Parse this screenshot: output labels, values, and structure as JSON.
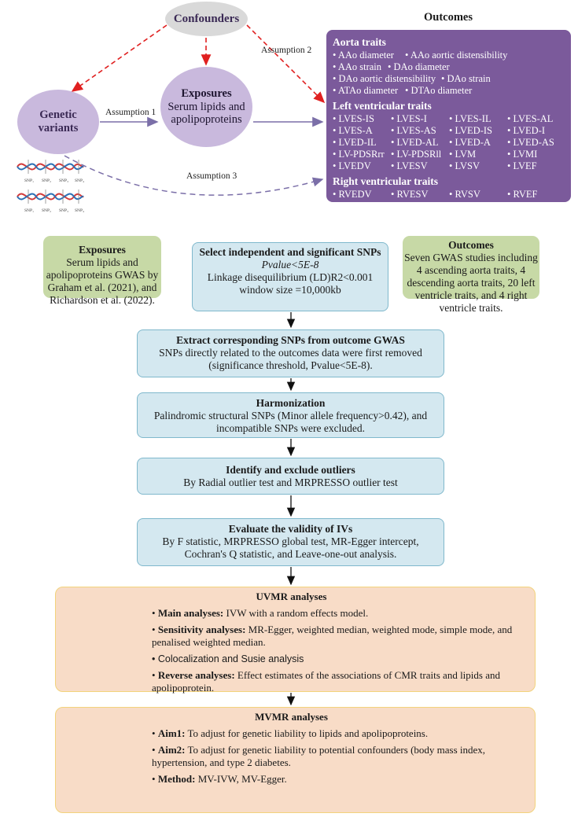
{
  "diagram": {
    "confounders": "Confounders",
    "genetic_variants": [
      "Genetic",
      "variants"
    ],
    "exposures": {
      "title": "Exposures",
      "lines": [
        "Serum lipids and",
        "apolipoproteins"
      ]
    },
    "assumption1": "Assumption 1",
    "assumption2": "Assumption 2",
    "assumption3": "Assumption 3",
    "snp_labels": [
      "SNP₁",
      "SNP₂",
      "SNP₃",
      "SNP₄"
    ],
    "outcomes_title": "Outcomes",
    "aorta": {
      "title": "Aorta traits",
      "items": [
        "AAo diameter",
        "AAo aortic distensibility",
        "AAo strain",
        "DAo diameter",
        "DAo aortic distensibility",
        "DAo strain",
        "ATAo diameter",
        "DTAo diameter"
      ]
    },
    "left_ventricular": {
      "title": "Left ventricular traits",
      "items": [
        "LVES-IS",
        "LVES-I",
        "LVES-IL",
        "LVES-AL",
        "LVES-A",
        "LVES-AS",
        "LVED-IS",
        "LVED-I",
        "LVED-IL",
        "LVED-AL",
        "LVED-A",
        "LVED-AS",
        "LV-PDSRrr",
        "LV-PDSRll",
        "LVM",
        "LVMI",
        "LVEDV",
        "LVESV",
        "LVSV",
        "LVEF"
      ]
    },
    "right_ventricular": {
      "title": "Right ventricular traits",
      "items": [
        "RVEDV",
        "RVESV",
        "RVSV",
        "RVEF"
      ]
    },
    "colors": {
      "purple_panel": "#7b5a9b",
      "ellipse": "#c9b9dd",
      "confounder": "#d9d9d9",
      "red_dashed": "#e02020",
      "arrow_purple": "#7b6fa8"
    }
  },
  "flow": {
    "exposures_box": {
      "title": "Exposures",
      "text": "Serum lipids and apolipoproteins GWAS by Graham et al. (2021), and Richardson et al. (2022)."
    },
    "outcomes_box": {
      "title": "Outcomes",
      "text": "Seven GWAS studies including 4 ascending aorta traits, 4 descending aorta traits, 20 left ventricle traits, and 4 right ventricle traits."
    },
    "step1": {
      "title": "Select independent and significant SNPs",
      "line1": "Pvalue<5E-8",
      "line2": "Linkage disequilibrium (LD)R2<0.001",
      "line3": "window size =10,000kb"
    },
    "step2": {
      "title": "Extract corresponding SNPs from outcome GWAS",
      "line1": "SNPs directly related to the outcomes data were first removed",
      "line2": "(significance threshold, Pvalue<5E-8)."
    },
    "step3": {
      "title": "Harmonization",
      "line1": "Palindromic structural SNPs (Minor allele frequency>0.42), and",
      "line2": "incompatible SNPs were excluded."
    },
    "step4": {
      "title": "Identify and exclude outliers",
      "line1": "By Radial outlier test and MRPRESSO outlier test"
    },
    "step5": {
      "title": "Evaluate the validity of IVs",
      "line1": "By F statistic, MRPRESSO global test, MR-Egger intercept,",
      "line2": "Cochran's Q statistic, and Leave-one-out analysis."
    },
    "uvmr": {
      "title": "UVMR analyses",
      "main_lead": "Main analyses:",
      "main_text": "IVW with a random effects model.",
      "sens_lead": "Sensitivity analyses:",
      "sens_text": "MR-Egger, weighted median, weighted mode, simple mode, and penalised weighted median.",
      "coloc": "Colocalization and Susie analysis",
      "rev_lead": "Reverse analyses:",
      "rev_text": "Effect estimates of the associations of CMR traits and lipids and apolipoprotein."
    },
    "mvmr": {
      "title": "MVMR analyses",
      "aim1_lead": "Aim1:",
      "aim1_text": "To adjust for genetic liability to lipids and apolipoproteins.",
      "aim2_lead": "Aim2:",
      "aim2_text": "To adjust for genetic liability to potential confounders (body mass index, hypertension, and type 2 diabetes.",
      "method_lead": "Method:",
      "method_text": "MV-IVW, MV-Egger."
    },
    "colors": {
      "green_box": "#c7d9a6",
      "blue_box": "#d4e8f0",
      "orange_box": "#f8dcc7"
    }
  }
}
